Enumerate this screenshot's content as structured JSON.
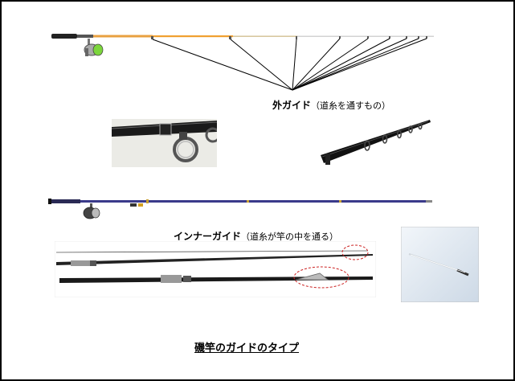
{
  "outer_guide": {
    "label": "外ガイド",
    "note": "（道糸を通すもの）"
  },
  "inner_guide": {
    "label": "インナーガイド",
    "note": "（道糸が竿の中を通る）"
  },
  "caption": "磯竿のガイドのタイプ",
  "colors": {
    "outer_rod": "#f0a030",
    "inner_rod": "#3a3a8a",
    "rod_black": "#1a1a1a",
    "circle_red": "#cc2222"
  }
}
